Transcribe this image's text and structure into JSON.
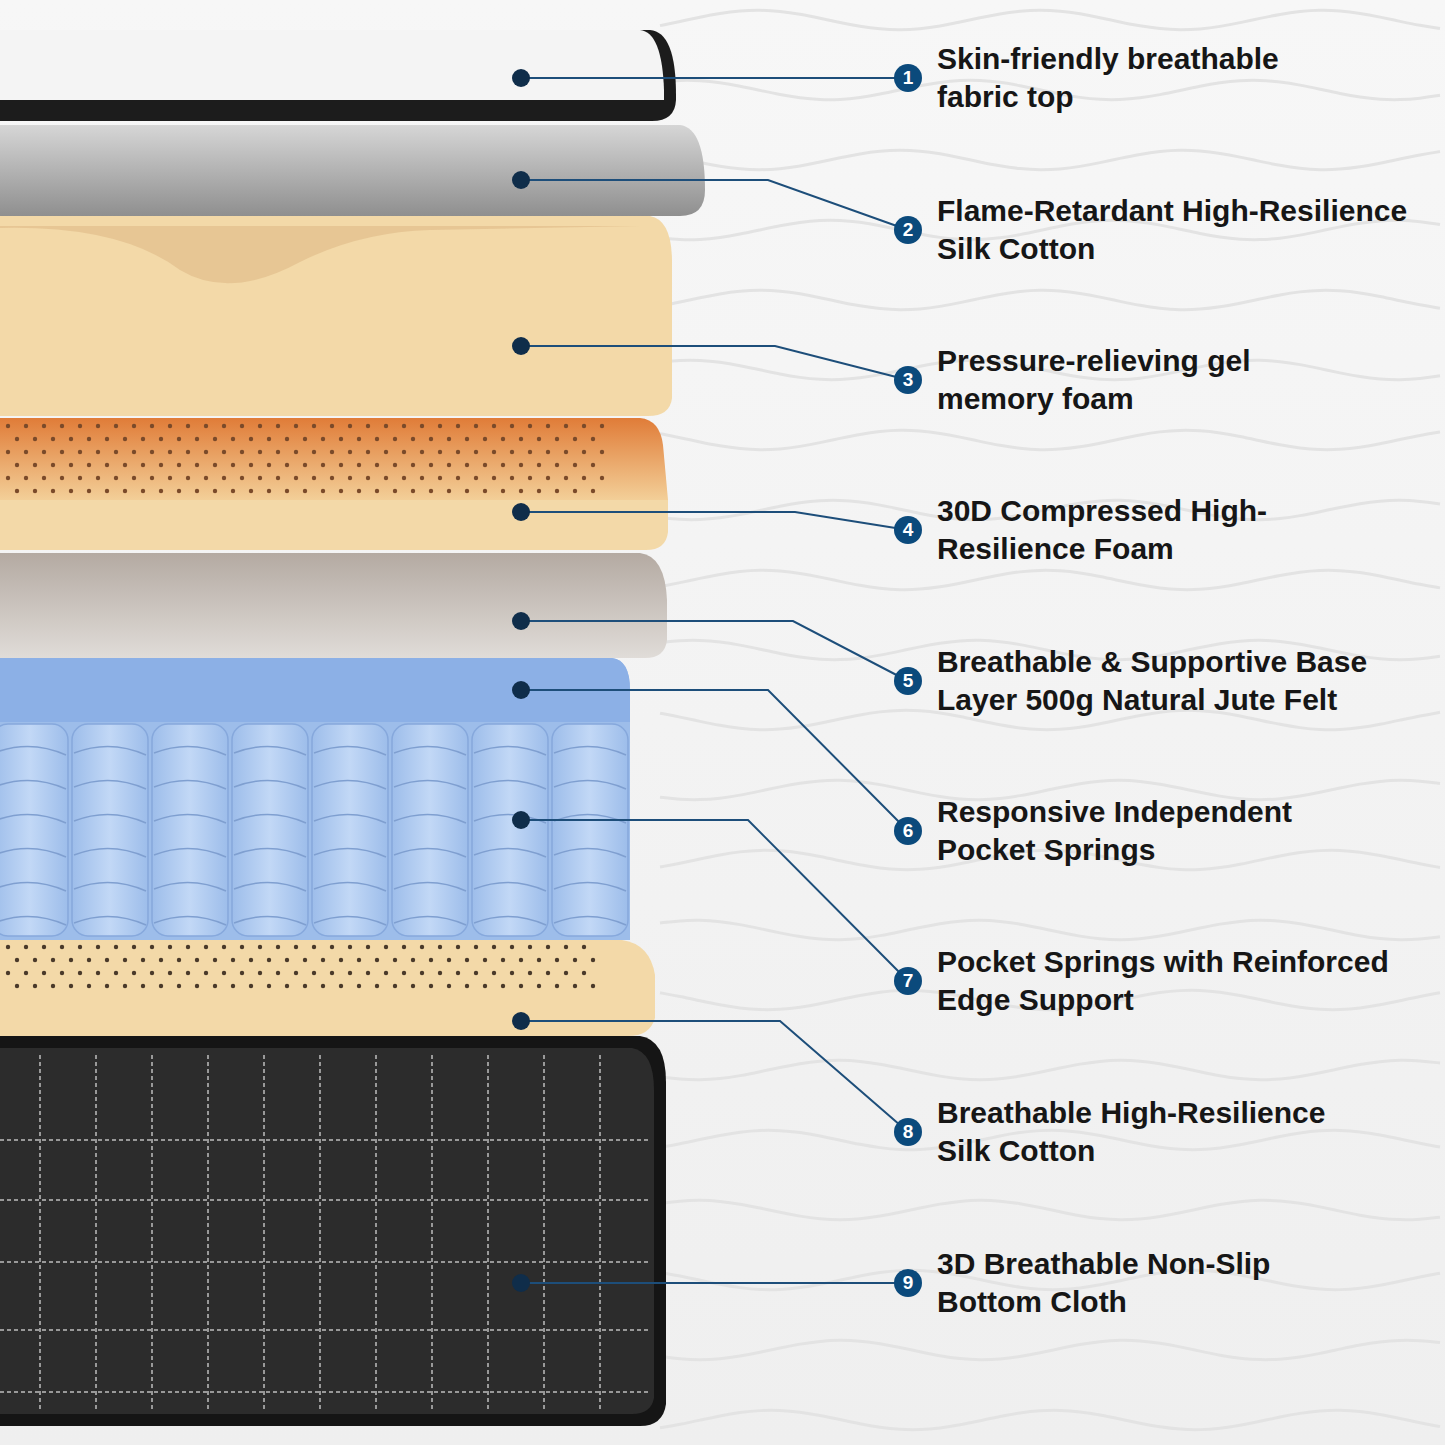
{
  "diagram": {
    "nodes": [
      {
        "text": [
          "1",
          "Skin-friendly breathable fabric top"
        ]
      },
      {
        "text": [
          "2",
          "Flame-Retardant High-Resilience Silk Cotton"
        ]
      },
      {
        "text": [
          "3",
          "Pressure-relieving gel memory foam"
        ]
      },
      {
        "text": [
          "4",
          "30D Compressed High-Resilience Foam"
        ]
      },
      {
        "text": [
          "5",
          "Breathable & Supportive Base Layer 500g Natural Jute Felt"
        ]
      },
      {
        "text": [
          "6",
          "Responsive Independent Pocket Springs"
        ]
      },
      {
        "text": [
          "7",
          "Pocket Springs with Reinforced Edge Support"
        ]
      },
      {
        "text": [
          "8",
          "Breathable High-Resilience Silk Cotton"
        ]
      },
      {
        "text": [
          "9",
          "3D Breathable Non-Slip Bottom Cloth"
        ]
      }
    ]
  }
}
